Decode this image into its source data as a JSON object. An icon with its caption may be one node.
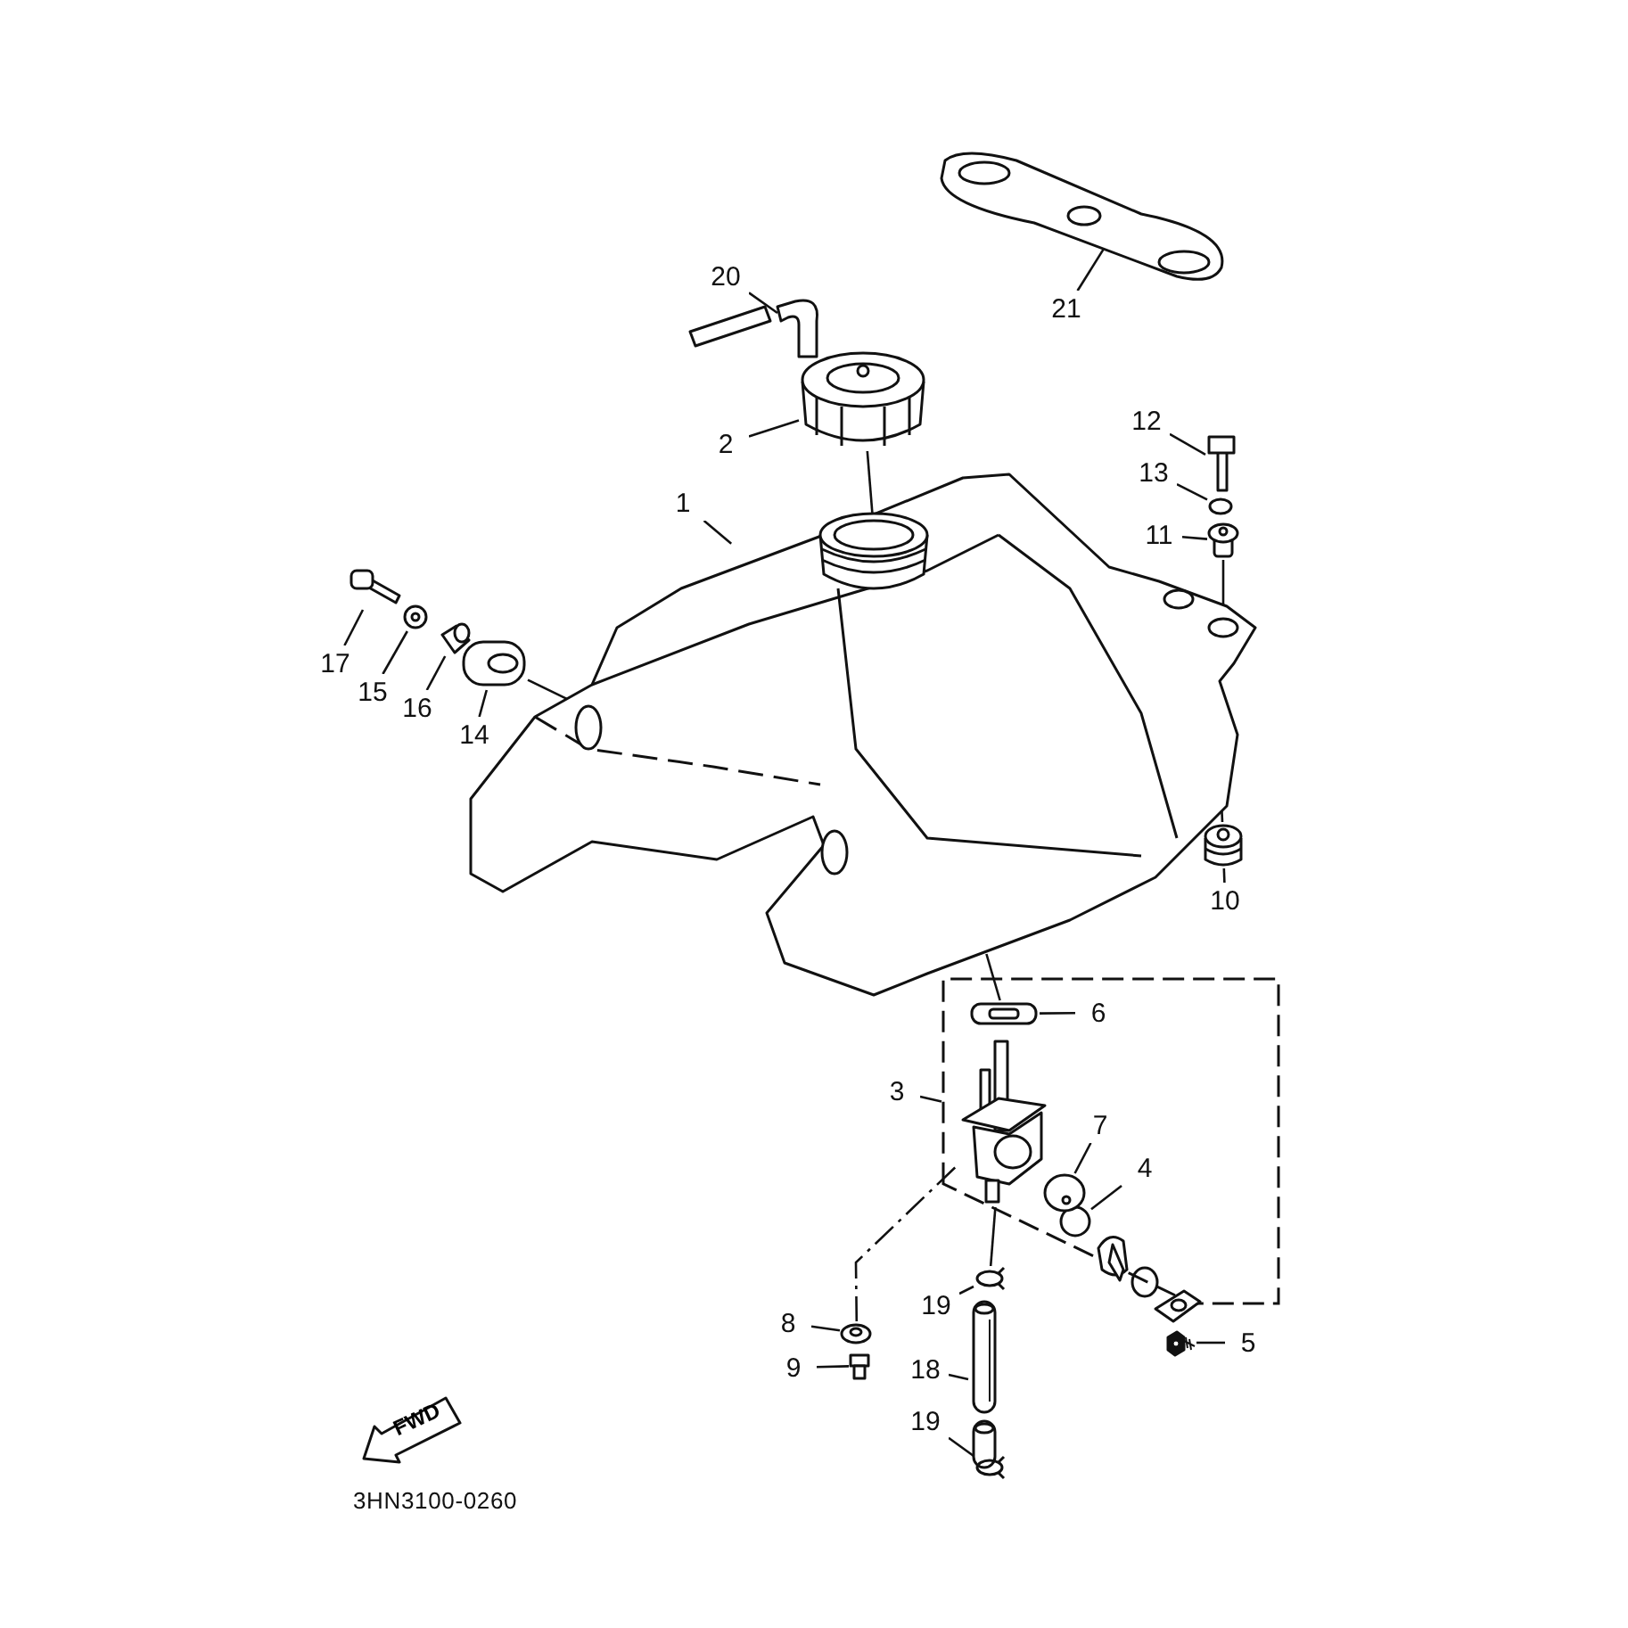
{
  "diagram": {
    "nodes": [
      {
        "text": [
          "1"
        ]
      },
      {
        "text": [],
        "shape": "picture"
      },
      {
        "text": [
          "2"
        ]
      },
      {
        "text": [],
        "shape": "picture"
      },
      {
        "text": [
          "3"
        ]
      },
      {
        "text": [],
        "shape": "box"
      },
      {
        "text": [],
        "shape": "picture",
        "in": 5
      },
      {
        "text": [
          "4"
        ],
        "in": 5
      },
      {
        "text": [],
        "shape": "circle",
        "in": 5
      },
      {
        "text": [
          "5"
        ]
      },
      {
        "text": [],
        "shape": "picture"
      },
      {
        "text": [
          "6"
        ],
        "in": 5
      },
      {
        "text": [],
        "shape": "picture",
        "in": 5
      },
      {
        "text": [
          "7"
        ],
        "in": 5
      },
      {
        "text": [],
        "shape": "picture",
        "in": 5
      },
      {
        "text": [
          "8"
        ]
      },
      {
        "text": [],
        "shape": "picture"
      },
      {
        "text": [
          "9"
        ]
      },
      {
        "text": [],
        "shape": "picture"
      },
      {
        "text": [
          "10"
        ]
      },
      {
        "text": [],
        "shape": "picture"
      },
      {
        "text": [
          "11"
        ]
      },
      {
        "text": [],
        "shape": "picture"
      },
      {
        "text": [
          "12"
        ]
      },
      {
        "text": [],
        "shape": "picture"
      },
      {
        "text": [
          "13"
        ]
      },
      {
        "text": [],
        "shape": "circle"
      },
      {
        "text": [
          "14"
        ]
      },
      {
        "text": [],
        "shape": "picture"
      },
      {
        "text": [
          "15"
        ]
      },
      {
        "text": [],
        "shape": "picture"
      },
      {
        "text": [
          "16"
        ]
      },
      {
        "text": [],
        "shape": "picture"
      },
      {
        "text": [
          "17"
        ]
      },
      {
        "text": [],
        "shape": "picture"
      },
      {
        "text": [
          "18"
        ]
      },
      {
        "text": [],
        "shape": "picture"
      },
      {
        "text": [
          "19"
        ]
      },
      {
        "text": [],
        "shape": "circle"
      },
      {
        "text": [
          "19"
        ]
      },
      {
        "text": [],
        "shape": "circle"
      },
      {
        "text": [
          "20"
        ]
      },
      {
        "text": [],
        "shape": "picture"
      },
      {
        "text": [
          "21"
        ]
      },
      {
        "text": [],
        "shape": "picture"
      },
      {
        "text": [
          "FWD"
        ]
      }
    ],
    "edges": [
      {
        "from": 0,
        "to": 1,
        "arrow": "none"
      },
      {
        "from": 2,
        "to": 3,
        "arrow": "none"
      },
      {
        "from": 4,
        "to": 5,
        "arrow": "none"
      },
      {
        "from": 7,
        "to": 8,
        "arrow": "none"
      },
      {
        "from": 9,
        "to": 10,
        "arrow": "none"
      },
      {
        "from": 11,
        "to": 12,
        "arrow": "none"
      },
      {
        "from": 13,
        "to": 14,
        "arrow": "none"
      },
      {
        "from": 15,
        "to": 16,
        "arrow": "none"
      },
      {
        "from": 17,
        "to": 18,
        "arrow": "none"
      },
      {
        "from": 19,
        "to": 20,
        "arrow": "none"
      },
      {
        "from": 21,
        "to": 22,
        "arrow": "none"
      },
      {
        "from": 23,
        "to": 24,
        "arrow": "none"
      },
      {
        "from": 25,
        "to": 26,
        "arrow": "none"
      },
      {
        "from": 27,
        "to": 28,
        "arrow": "none"
      },
      {
        "from": 29,
        "to": 30,
        "arrow": "none"
      },
      {
        "from": 31,
        "to": 32,
        "arrow": "none"
      },
      {
        "from": 33,
        "to": 34,
        "arrow": "none"
      },
      {
        "from": 35,
        "to": 36,
        "arrow": "none"
      },
      {
        "from": 37,
        "to": 38,
        "arrow": "none"
      },
      {
        "from": 39,
        "to": 40,
        "arrow": "none"
      },
      {
        "from": 41,
        "to": 42,
        "arrow": "none"
      },
      {
        "from": 43,
        "to": 44,
        "arrow": "none"
      },
      {
        "from": 3,
        "to": 1,
        "arrow": "none"
      },
      {
        "from": 22,
        "to": 1,
        "arrow": "none"
      },
      {
        "from": 20,
        "to": 1,
        "arrow": "none"
      },
      {
        "from": 28,
        "to": 1,
        "arrow": "none"
      },
      {
        "from": 12,
        "to": 1,
        "arrow": "none"
      },
      {
        "from": 16,
        "to": 6,
        "arrow": "none",
        "style": "dashed"
      },
      {
        "from": 38,
        "to": 6,
        "arrow": "none"
      }
    ],
    "labels": [
      "3HN3100-0260"
    ]
  }
}
